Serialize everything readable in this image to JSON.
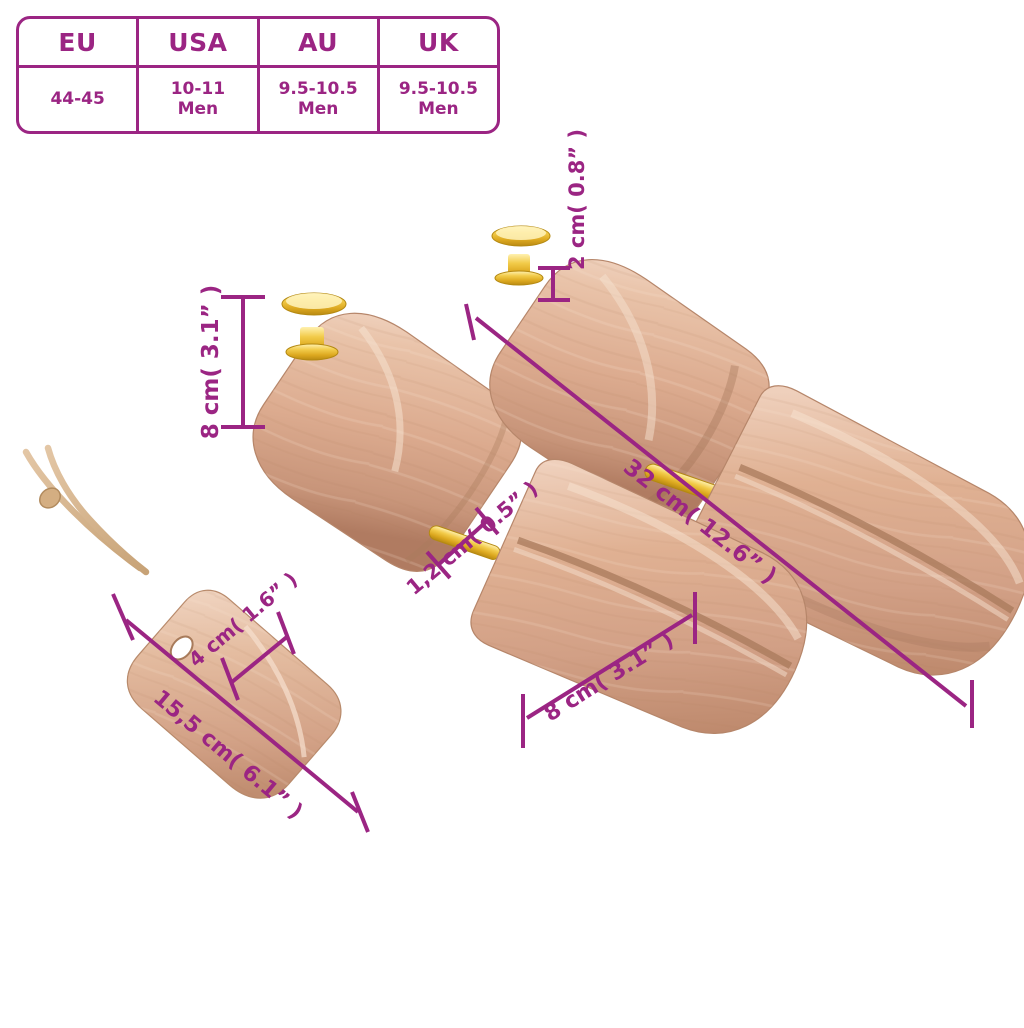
{
  "size_chart": {
    "columns": [
      {
        "region": "EU",
        "value": "44-45",
        "sub": ""
      },
      {
        "region": "USA",
        "value": "10-11",
        "sub": "Men"
      },
      {
        "region": "AU",
        "value": "9.5-10.5",
        "sub": "Men"
      },
      {
        "region": "UK",
        "value": "9.5-10.5",
        "sub": "Men"
      }
    ]
  },
  "annotations": {
    "height_8cm": "8 cm( 3.1” )",
    "knob_2cm": "2 cm( 0.8” )",
    "length_32cm": "32 cm( 12.6” )",
    "rod_1_2cm": "1,2 cm( 0.5” )",
    "toe_width_8cm": "8 cm( 3.1” )",
    "horn_length": "15,5 cm( 6.1” )",
    "horn_width": "4 cm( 1.6” )"
  },
  "colors": {
    "accent_purple": "#9B2583",
    "wood_light": "#E8C0A6",
    "wood_mid": "#DDAC90",
    "wood_dark": "#B47C62",
    "gold": "#E8B72E",
    "background": "#FFFFFF"
  },
  "objects": {
    "shoe_tree_upper_left": "shoe-tree-heel-block",
    "shoe_tree_right": "shoe-tree-full-assembly",
    "shoe_tree_lower": "shoe-tree-toe-block",
    "shoe_horn": "wooden-shoe-horn-with-leather-cord"
  }
}
